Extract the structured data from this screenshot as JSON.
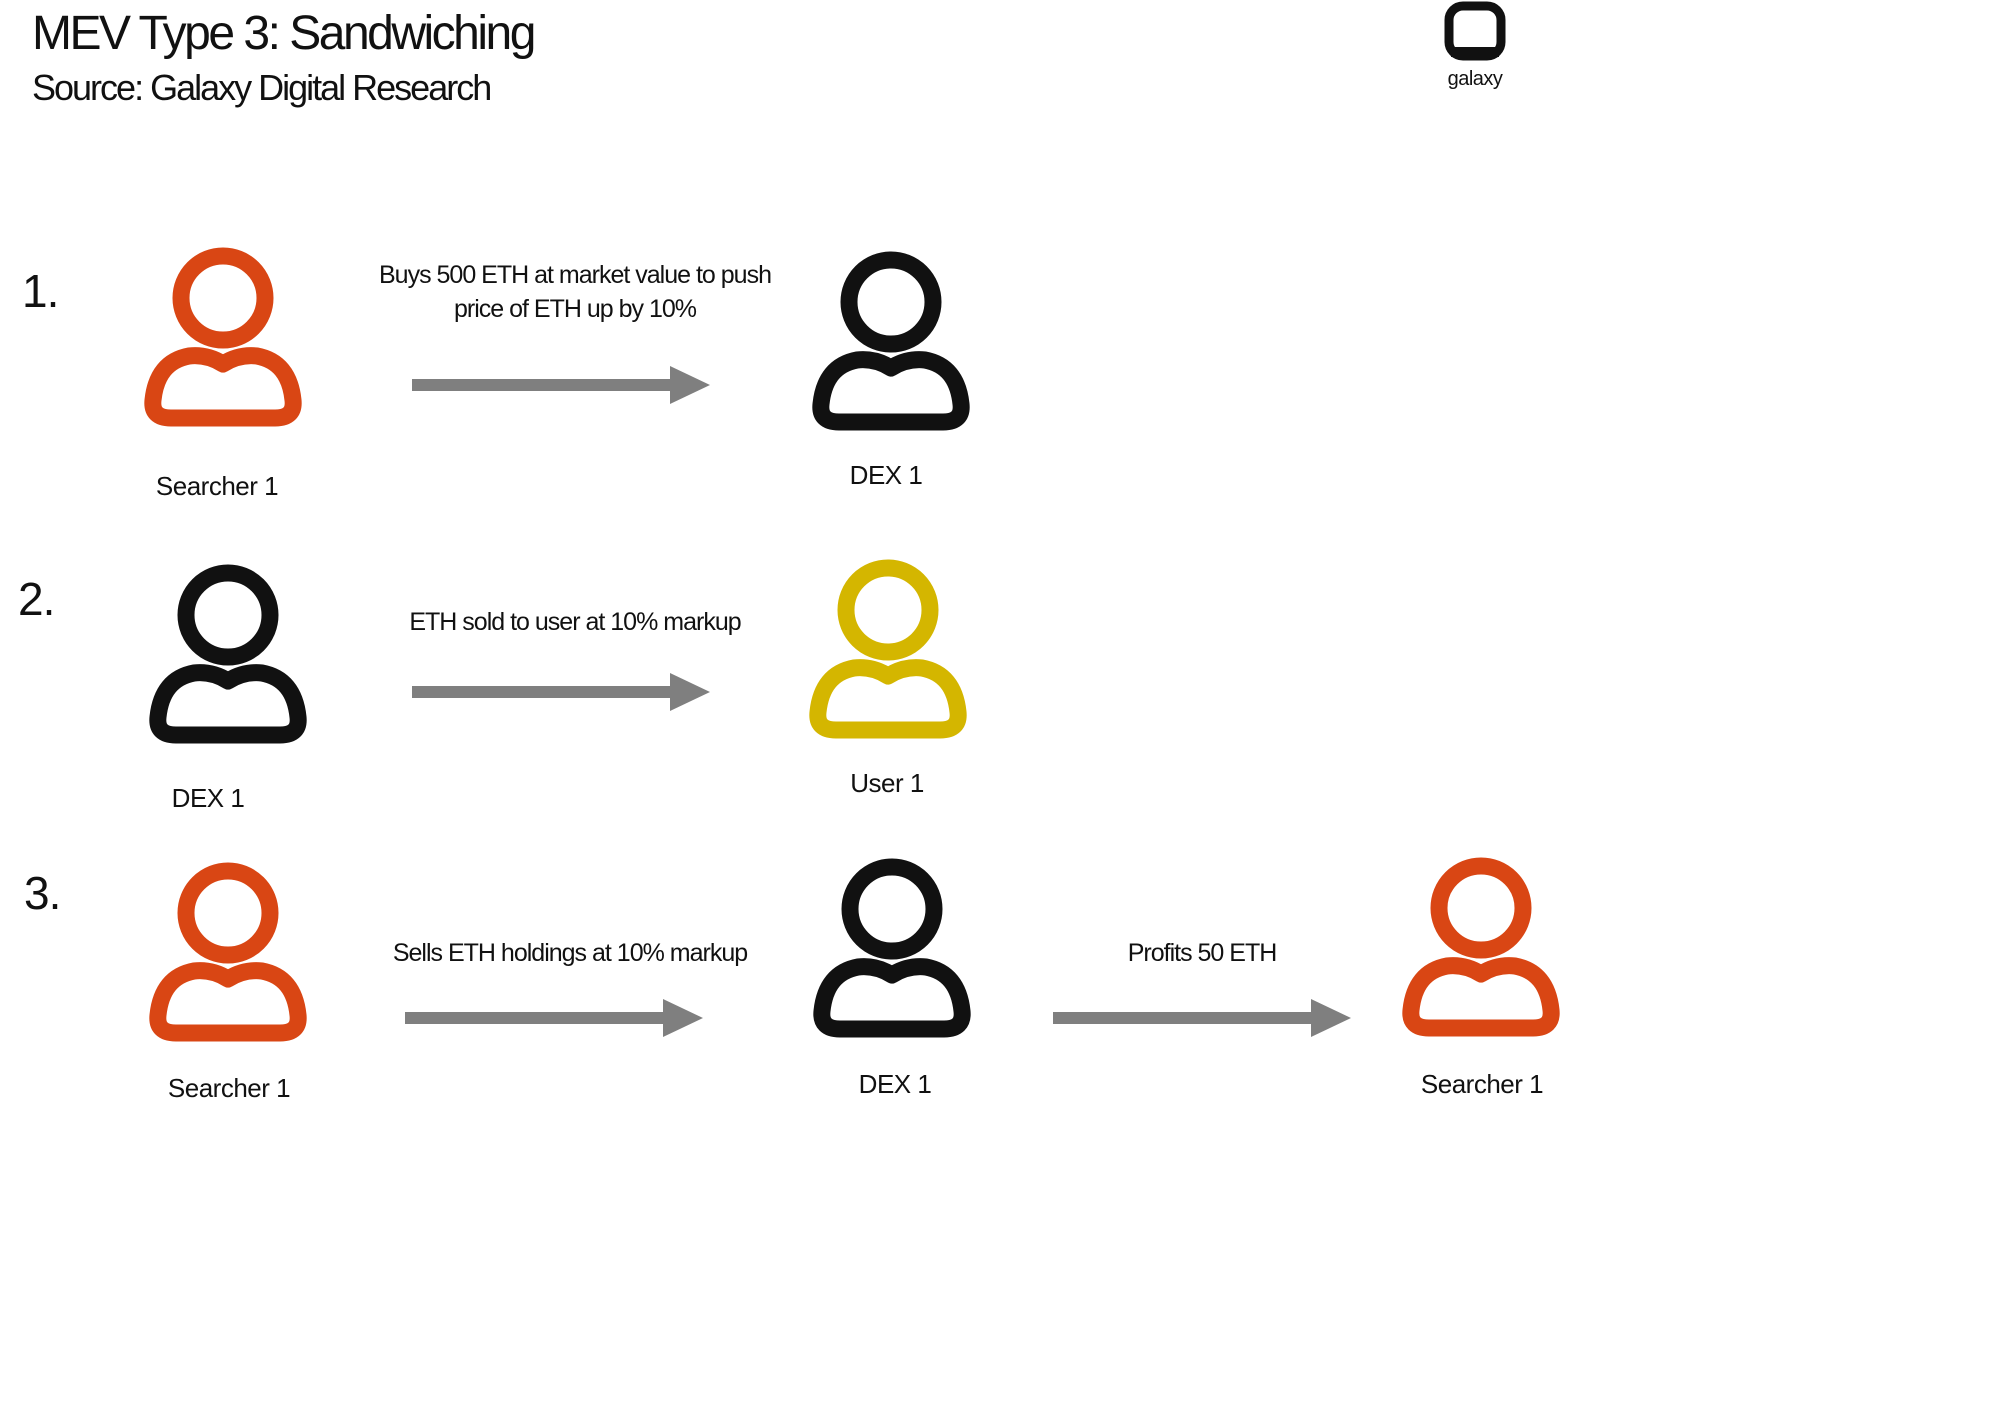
{
  "header": {
    "title": "MEV Type 3: Sandwiching",
    "subtitle": "Source: Galaxy Digital Research"
  },
  "logo": {
    "text": "galaxy"
  },
  "colors": {
    "searcher": "#d94614",
    "dex": "#111111",
    "user": "#d4b600",
    "arrow": "#7f7f7f"
  },
  "steps": [
    {
      "number": "1.",
      "from_label": "Searcher 1",
      "to_label": "DEX 1",
      "action_line1": "Buys 500 ETH at market value to push",
      "action_line2": "price of ETH up by 10%"
    },
    {
      "number": "2.",
      "from_label": "DEX 1",
      "to_label": "User 1",
      "action": "ETH sold to user at 10% markup"
    },
    {
      "number": "3.",
      "from_label": "Searcher 1",
      "mid_label": "DEX 1",
      "to_label": "Searcher 1",
      "action": "Sells ETH holdings at 10% markup",
      "action2": "Profits 50 ETH"
    }
  ]
}
